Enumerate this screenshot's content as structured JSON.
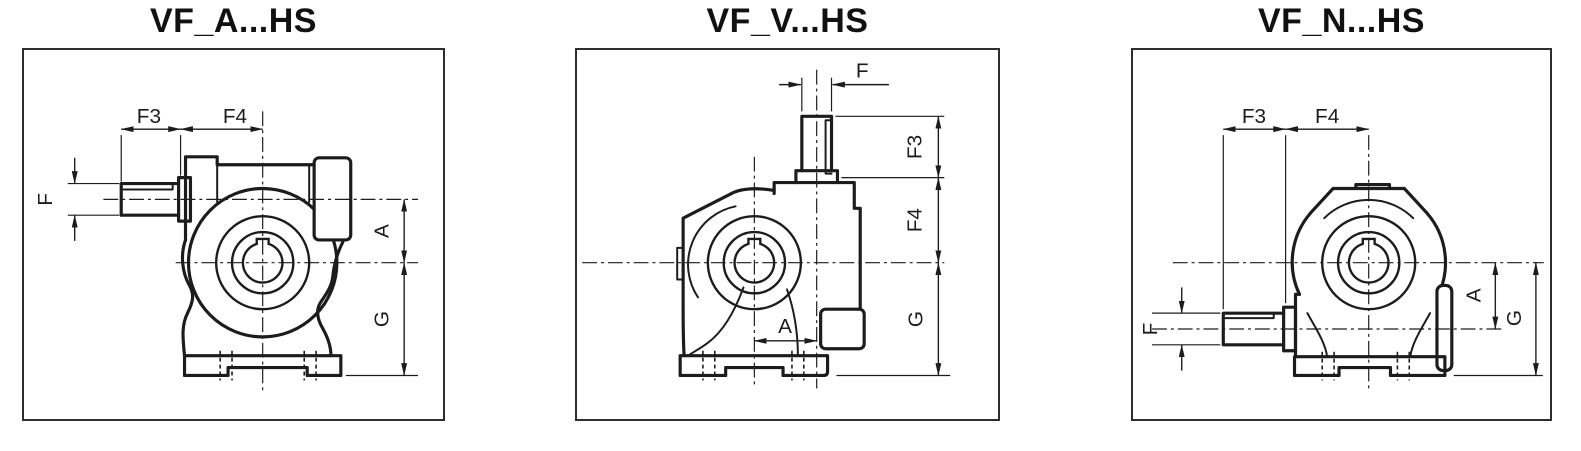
{
  "colors": {
    "background": "#ffffff",
    "line": "#1c1c1c",
    "panel_border": "#2e2e2e",
    "title": "#111111"
  },
  "panels": [
    {
      "id": "vf_a_hs",
      "title": "VF_A...HS",
      "labels": {
        "f3": "F3",
        "f4": "F4",
        "f": "F",
        "a": "A",
        "g": "G"
      }
    },
    {
      "id": "vf_v_hs",
      "title": "VF_V...HS",
      "labels": {
        "f": "F",
        "f3": "F3",
        "f4": "F4",
        "a": "A",
        "g": "G"
      }
    },
    {
      "id": "vf_n_hs",
      "title": "VF_N...HS",
      "labels": {
        "f3": "F3",
        "f4": "F4",
        "f": "F",
        "a": "A",
        "g": "G"
      }
    }
  ]
}
